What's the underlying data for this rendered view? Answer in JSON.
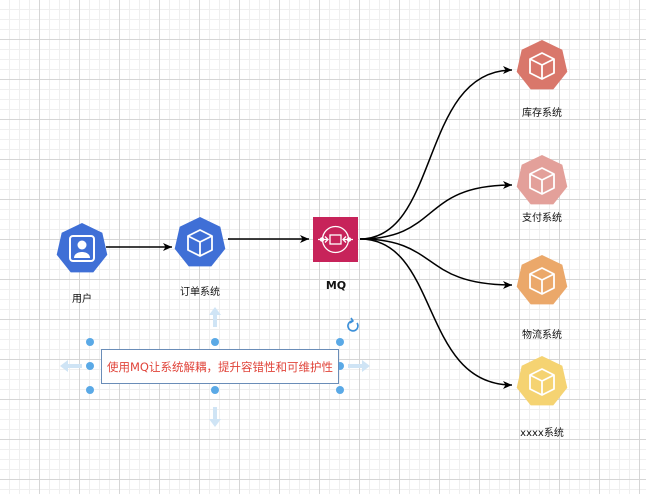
{
  "nodes": {
    "user": {
      "label": "用户",
      "color": "#3f6fd6",
      "icon": "user-icon"
    },
    "order": {
      "label": "订单系统",
      "color": "#3f6fd6",
      "icon": "box-icon"
    },
    "mq": {
      "label": "MQ",
      "color": "#c7235a",
      "icon": "message-queue-icon"
    },
    "inventory": {
      "label": "库存系统",
      "color": "#d9776b",
      "icon": "box-icon"
    },
    "payment": {
      "label": "支付系统",
      "color": "#e3a09a",
      "icon": "box-icon"
    },
    "logistics": {
      "label": "物流系统",
      "color": "#eba86a",
      "icon": "box-icon"
    },
    "other": {
      "label": "xxxx系统",
      "color": "#f5d372",
      "icon": "box-icon"
    }
  },
  "note": {
    "text": "使用MQ让系统解耦，提升容错性和可维护性"
  },
  "colors": {
    "selection_handle": "#5aa9e6",
    "arrow_hint": "#cfe4f5",
    "edge": "#000000"
  }
}
